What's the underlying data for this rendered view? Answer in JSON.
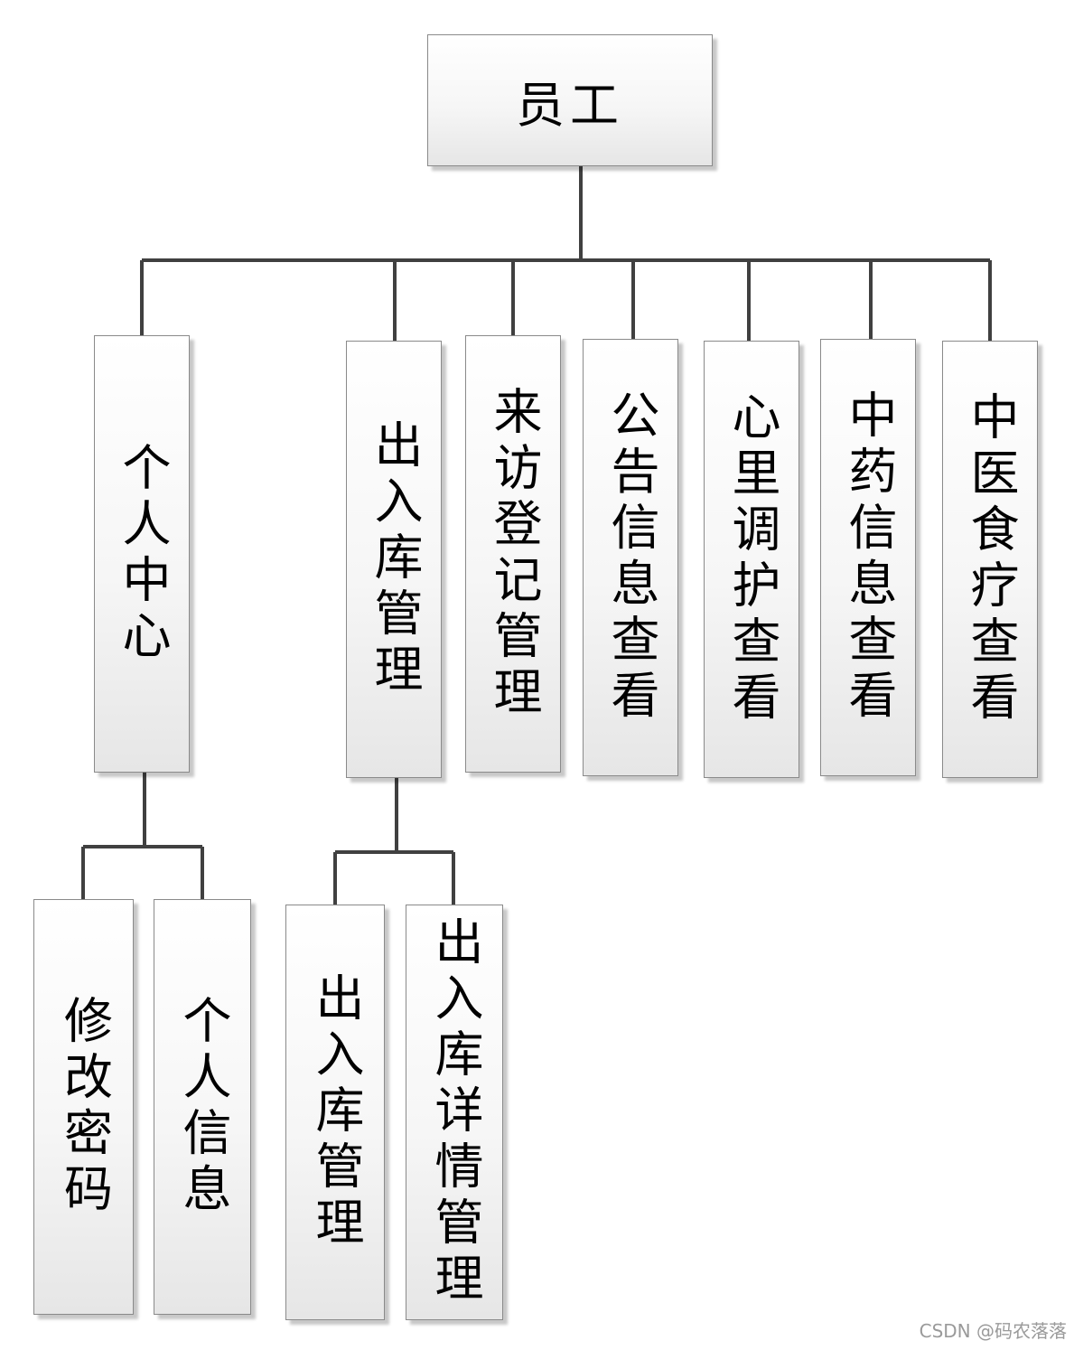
{
  "root": {
    "label": "员工"
  },
  "level1": [
    {
      "id": "personal-center",
      "label": "个人中心"
    },
    {
      "id": "stock-management",
      "label": "出入库管理"
    },
    {
      "id": "visitor-registration",
      "label": "来访登记管理"
    },
    {
      "id": "announcement-view",
      "label": "公告信息查看"
    },
    {
      "id": "psychological-care-view",
      "label": "心里调护查看"
    },
    {
      "id": "herbal-info-view",
      "label": "中药信息查看"
    },
    {
      "id": "tcm-diet-therapy-view",
      "label": "中医食疗查看"
    }
  ],
  "personal_children": [
    {
      "id": "change-password",
      "label": "修改密码"
    },
    {
      "id": "personal-info",
      "label": "个人信息"
    }
  ],
  "stock_children": [
    {
      "id": "stock-inout-management",
      "label": "出入库管理"
    },
    {
      "id": "stock-detail-management",
      "label": "出入库详情管理"
    }
  ],
  "watermark": "CSDN @码农落落",
  "colors": {
    "connector": "#404040",
    "box_border": "#8a8a8a",
    "box_bottom": "#e6e6e6"
  }
}
